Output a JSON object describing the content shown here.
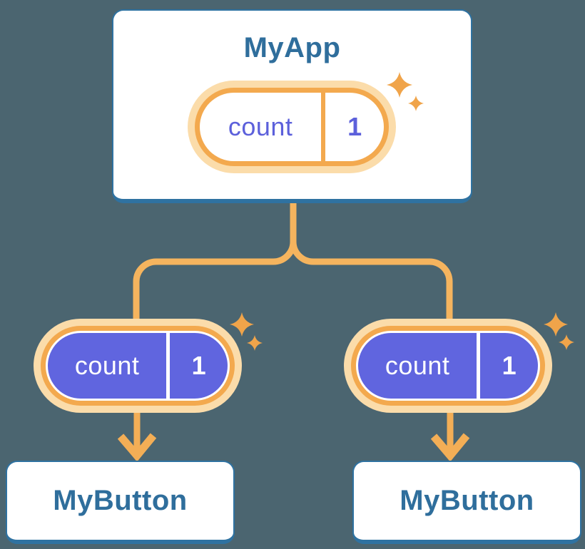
{
  "diagram": {
    "kind": "component-state-tree",
    "root": {
      "title": "MyApp",
      "state": {
        "name": "count",
        "value": "1"
      }
    },
    "children": [
      {
        "title": "MyButton",
        "state": {
          "name": "count",
          "value": "1"
        }
      },
      {
        "title": "MyButton",
        "state": {
          "name": "count",
          "value": "1"
        }
      }
    ],
    "colors": {
      "background": "#4B6570",
      "card_background": "#FFFFFF",
      "card_border": "#2F72A1",
      "title_text": "#2F6E9C",
      "pill_glow": "#FBDCAA",
      "pill_ring": "#F3A94E",
      "pill_fill_purple": "#6065DF",
      "pill_text_purple": "#5C60DB",
      "pill_text_white": "#FFFFFF",
      "connector": "#F5B45E",
      "arrow": "#F3AE56",
      "sparkle": "#F0A44A"
    }
  }
}
